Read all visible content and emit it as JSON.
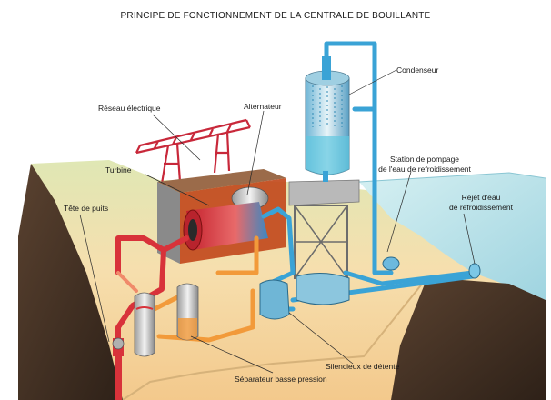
{
  "title": "PRINCIPE DE FONCTIONNEMENT DE LA CENTRALE DE BOUILLANTE",
  "labels": {
    "condenseur": "Condenseur",
    "alternateur": "Alternateur",
    "reseau": "Réseau électrique",
    "turbine": "Turbine",
    "station_line1": "Station de pompage",
    "station_line2": "de l'eau de refroidissement",
    "tete_puits": "Tête de puits",
    "rejet_line1": "Rejet d'eau",
    "rejet_line2": "de refroidissement",
    "silencieux": "Silencieux de détente",
    "separateur": "Séparateur basse pression"
  },
  "colors": {
    "steam_red": "#d8323a",
    "hot_orange": "#f29a3a",
    "cold_blue": "#3aa3d6",
    "sea": "#bfe6ec",
    "soil_dark": "#4a3527",
    "ground_green": "#c9d79b",
    "ground_sand": "#f4dcaa",
    "building_brown": "#c24a1d",
    "pylon_red": "#c8283a"
  }
}
